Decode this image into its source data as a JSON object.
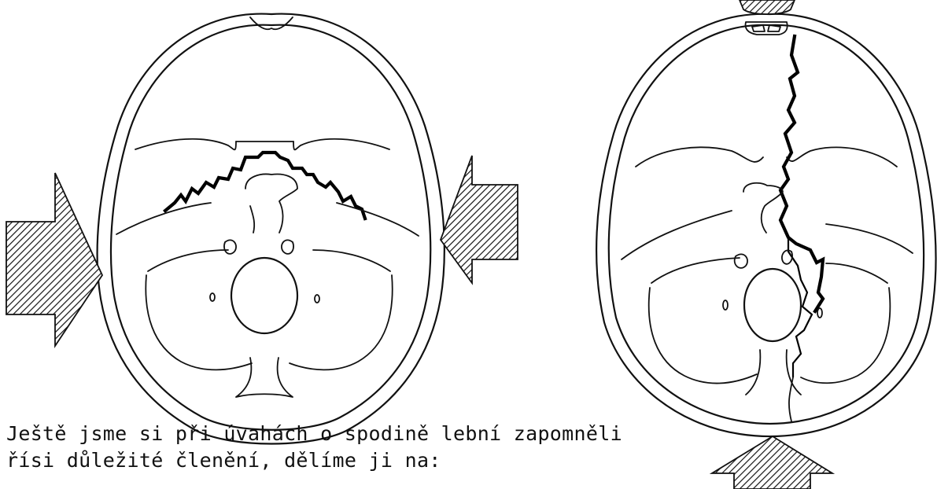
{
  "caption": {
    "line1": "Ještě jsme si při úvahách o spodině lební zapomněli",
    "line2": "řísi důležité členění, dělíme ji na:"
  },
  "figures": [
    {
      "name": "skull-base-transverse-fracture",
      "arrows": [
        "left",
        "right"
      ],
      "fracture": "transverse"
    },
    {
      "name": "skull-base-longitudinal-fracture",
      "arrows": [
        "bottom"
      ],
      "fracture": "longitudinal"
    }
  ],
  "colors": {
    "ink": "#111111",
    "paper": "#ffffff"
  }
}
